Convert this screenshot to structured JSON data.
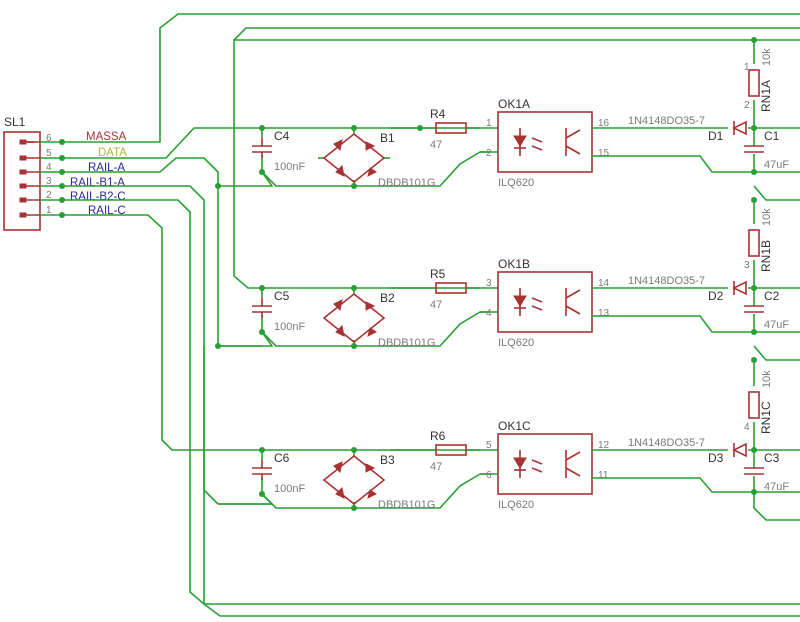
{
  "colors": {
    "wire": "#27a033",
    "part": "#a83232",
    "label": "#333333",
    "value": "#7a7a7a"
  },
  "connector": {
    "name": "SL1",
    "pins": [
      {
        "num": "6",
        "net": "MASSA",
        "color": "#a83232"
      },
      {
        "num": "5",
        "net": "DATA",
        "color": "#b8b040"
      },
      {
        "num": "4",
        "net": "RAIL-A",
        "color": "#2a2a9a"
      },
      {
        "num": "3",
        "net": "RAIL-B1-A",
        "color": "#2a2a9a"
      },
      {
        "num": "2",
        "net": "RAIL-B2-C",
        "color": "#2a2a9a"
      },
      {
        "num": "1",
        "net": "RAIL-C",
        "color": "#2a2a9a"
      }
    ]
  },
  "channels": [
    {
      "cap": "C4",
      "cap_value": "100nF",
      "bridge": "B1",
      "bridge_value": "DBDB101G",
      "resistor": "R4",
      "resistor_value": "47",
      "opto": "OK1A",
      "opto_value": "ILQ620",
      "pin_in": "1",
      "pin_in2": "2",
      "pin_out": "16",
      "pin_out2": "15",
      "diode": "D1",
      "diode_value": "1N4148DO35-7",
      "rn": "RN1A",
      "rn_value": "10k",
      "rn_pin_top": "1",
      "rn_pin_bottom": "2",
      "out_cap": "C1",
      "out_cap_value": "47uF"
    },
    {
      "cap": "C5",
      "cap_value": "100nF",
      "bridge": "B2",
      "bridge_value": "DBDB101G",
      "resistor": "R5",
      "resistor_value": "47",
      "opto": "OK1B",
      "opto_value": "ILQ620",
      "pin_in": "3",
      "pin_in2": "4",
      "pin_out": "14",
      "pin_out2": "13",
      "diode": "D2",
      "diode_value": "1N4148DO35-7",
      "rn": "RN1B",
      "rn_value": "10k",
      "rn_pin_top": "",
      "rn_pin_bottom": "3",
      "out_cap": "C2",
      "out_cap_value": "47uF"
    },
    {
      "cap": "C6",
      "cap_value": "100nF",
      "bridge": "B3",
      "bridge_value": "DBDB101G",
      "resistor": "R6",
      "resistor_value": "47",
      "opto": "OK1C",
      "opto_value": "ILQ620",
      "pin_in": "5",
      "pin_in2": "6",
      "pin_out": "12",
      "pin_out2": "11",
      "diode": "D3",
      "diode_value": "1N4148DO35-7",
      "rn": "RN1C",
      "rn_value": "10k",
      "rn_pin_top": "",
      "rn_pin_bottom": "4",
      "out_cap": "C3",
      "out_cap_value": "47uF"
    }
  ]
}
